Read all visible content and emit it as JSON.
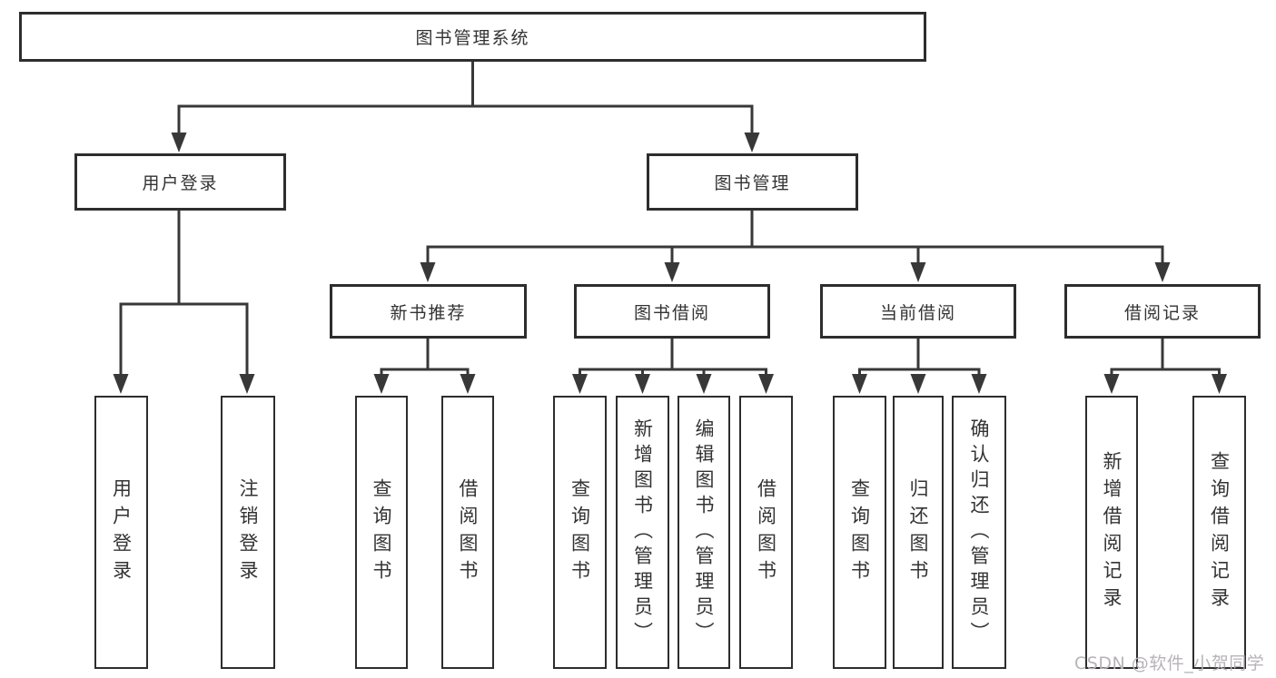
{
  "tree": {
    "root": {
      "label": "图书管理系统"
    },
    "branches": [
      {
        "label": "用户登录",
        "children": [
          {
            "label": "用户登录"
          },
          {
            "label": "注销登录"
          }
        ]
      },
      {
        "label": "图书管理",
        "children": [
          {
            "label": "新书推荐",
            "children": [
              {
                "label": "查询图书"
              },
              {
                "label": "借阅图书"
              }
            ]
          },
          {
            "label": "图书借阅",
            "children": [
              {
                "label": "查询图书"
              },
              {
                "label": "新增图书（管理员）"
              },
              {
                "label": "编辑图书（管理员）"
              },
              {
                "label": "借阅图书"
              }
            ]
          },
          {
            "label": "当前借阅",
            "children": [
              {
                "label": "查询图书"
              },
              {
                "label": "归还图书"
              },
              {
                "label": "确认归还（管理员）"
              }
            ]
          },
          {
            "label": "借阅记录",
            "children": [
              {
                "label": "新增借阅记录"
              },
              {
                "label": "查询借阅记录"
              }
            ]
          }
        ]
      }
    ]
  },
  "watermark": {
    "text": "CSDN @软件_小贺同学",
    "color": "#b7b3b7"
  },
  "colors": {
    "background": "#ffffff",
    "line": "#383838",
    "box_border": "#2d2d2d",
    "text": "#333333",
    "watermark": "#b7b3b7"
  }
}
